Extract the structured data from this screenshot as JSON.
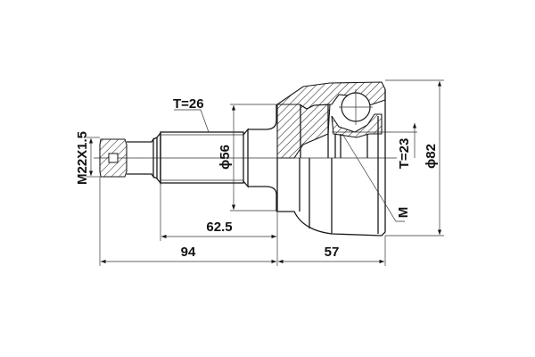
{
  "drawing": {
    "labels": {
      "thread": "M22X1.5",
      "spline_shaft": "T=26",
      "seal_diameter": "ϕ56",
      "shaft_length": "62.5",
      "total_shaft_length": "94",
      "bell_length": "57",
      "inner_spline": "T=23",
      "outer_diameter": "ϕ82",
      "marker": "M"
    },
    "line_color": "#1a1a1a",
    "background": "#ffffff"
  }
}
